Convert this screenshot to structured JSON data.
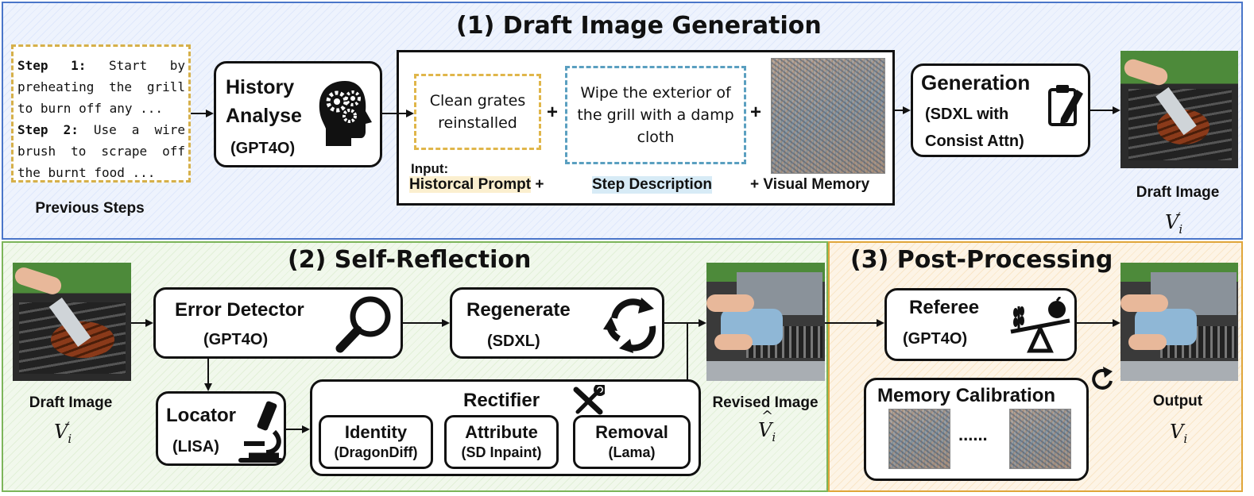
{
  "panels": {
    "draft": {
      "title": "(1) Draft Image Generation"
    },
    "reflection": {
      "title": "(2) Self-Reflection"
    },
    "post": {
      "title": "(3) Post-Processing"
    }
  },
  "previous_steps": {
    "step1_label": "Step 1:",
    "step1_text": "Start by preheating the grill to burn off any ...",
    "step2_label": "Step 2:",
    "step2_text": "Use a wire brush to scrape off the burnt food ...",
    "caption": "Previous Steps"
  },
  "history": {
    "title": "History Analyse",
    "model": "(GPT4O)",
    "icon": "head-gears-icon"
  },
  "input_box": {
    "prompt_text": "Clean grates reinstalled",
    "plus1": "+",
    "step_text": "Wipe the exterior of the grill with a damp cloth",
    "plus2": "+",
    "input_label": "Input:",
    "historical_prompt": "Historcal Prompt",
    "plus3": "+",
    "step_description": "Step Description",
    "visual_memory": "+ Visual Memory",
    "colors": {
      "prompt": "#e0b64a",
      "step": "#5a9fc0",
      "prompt_hl": "#fbefcf",
      "step_hl": "#d7ebf6"
    }
  },
  "generation": {
    "title": "Generation",
    "model_line1": "(SDXL with",
    "model_line2": "Consist Attn)",
    "icon": "clipboard-pen-icon"
  },
  "draft_output": {
    "caption": "Draft Image",
    "symbol_base": "V",
    "symbol_sub": "i",
    "symbol_prime": "′"
  },
  "error_detector": {
    "title": "Error Detector",
    "model": "(GPT4O)",
    "icon": "magnifier-icon"
  },
  "regenerate": {
    "title": "Regenerate",
    "model": "(SDXL)",
    "icon": "recycle-arrows-icon"
  },
  "locator": {
    "title": "Locator",
    "model": "(LISA)",
    "icon": "microscope-icon"
  },
  "rectifier": {
    "title": "Rectifier",
    "icon": "tools-icon",
    "items": [
      {
        "title": "Identity",
        "model": "(DragonDiff)"
      },
      {
        "title": "Attribute",
        "model": "(SD Inpaint)"
      },
      {
        "title": "Removal",
        "model": "(Lama)"
      }
    ]
  },
  "draft_input": {
    "caption": "Draft Image",
    "symbol_base": "V",
    "symbol_sub": "i",
    "symbol_prime": "′"
  },
  "revised": {
    "caption": "Revised Image",
    "symbol_base": "V",
    "symbol_hat": "^",
    "symbol_sub": "i"
  },
  "referee": {
    "title": "Referee",
    "model": "(GPT4O)",
    "icon": "balance-scale-icon"
  },
  "memory": {
    "title": "Memory Calibration",
    "ellipsis": "......",
    "icon": "refresh-icon"
  },
  "output": {
    "caption": "Output",
    "symbol_base": "V",
    "symbol_sub": "i"
  },
  "colors": {
    "panel1": "#4a76c9",
    "panel2": "#7cb55a",
    "panel3": "#e0a63a",
    "grill": "#2b2b2b",
    "steak": "#8a3a1a",
    "grass": "#4d8a3a",
    "cloth": "#8fb7d6"
  }
}
